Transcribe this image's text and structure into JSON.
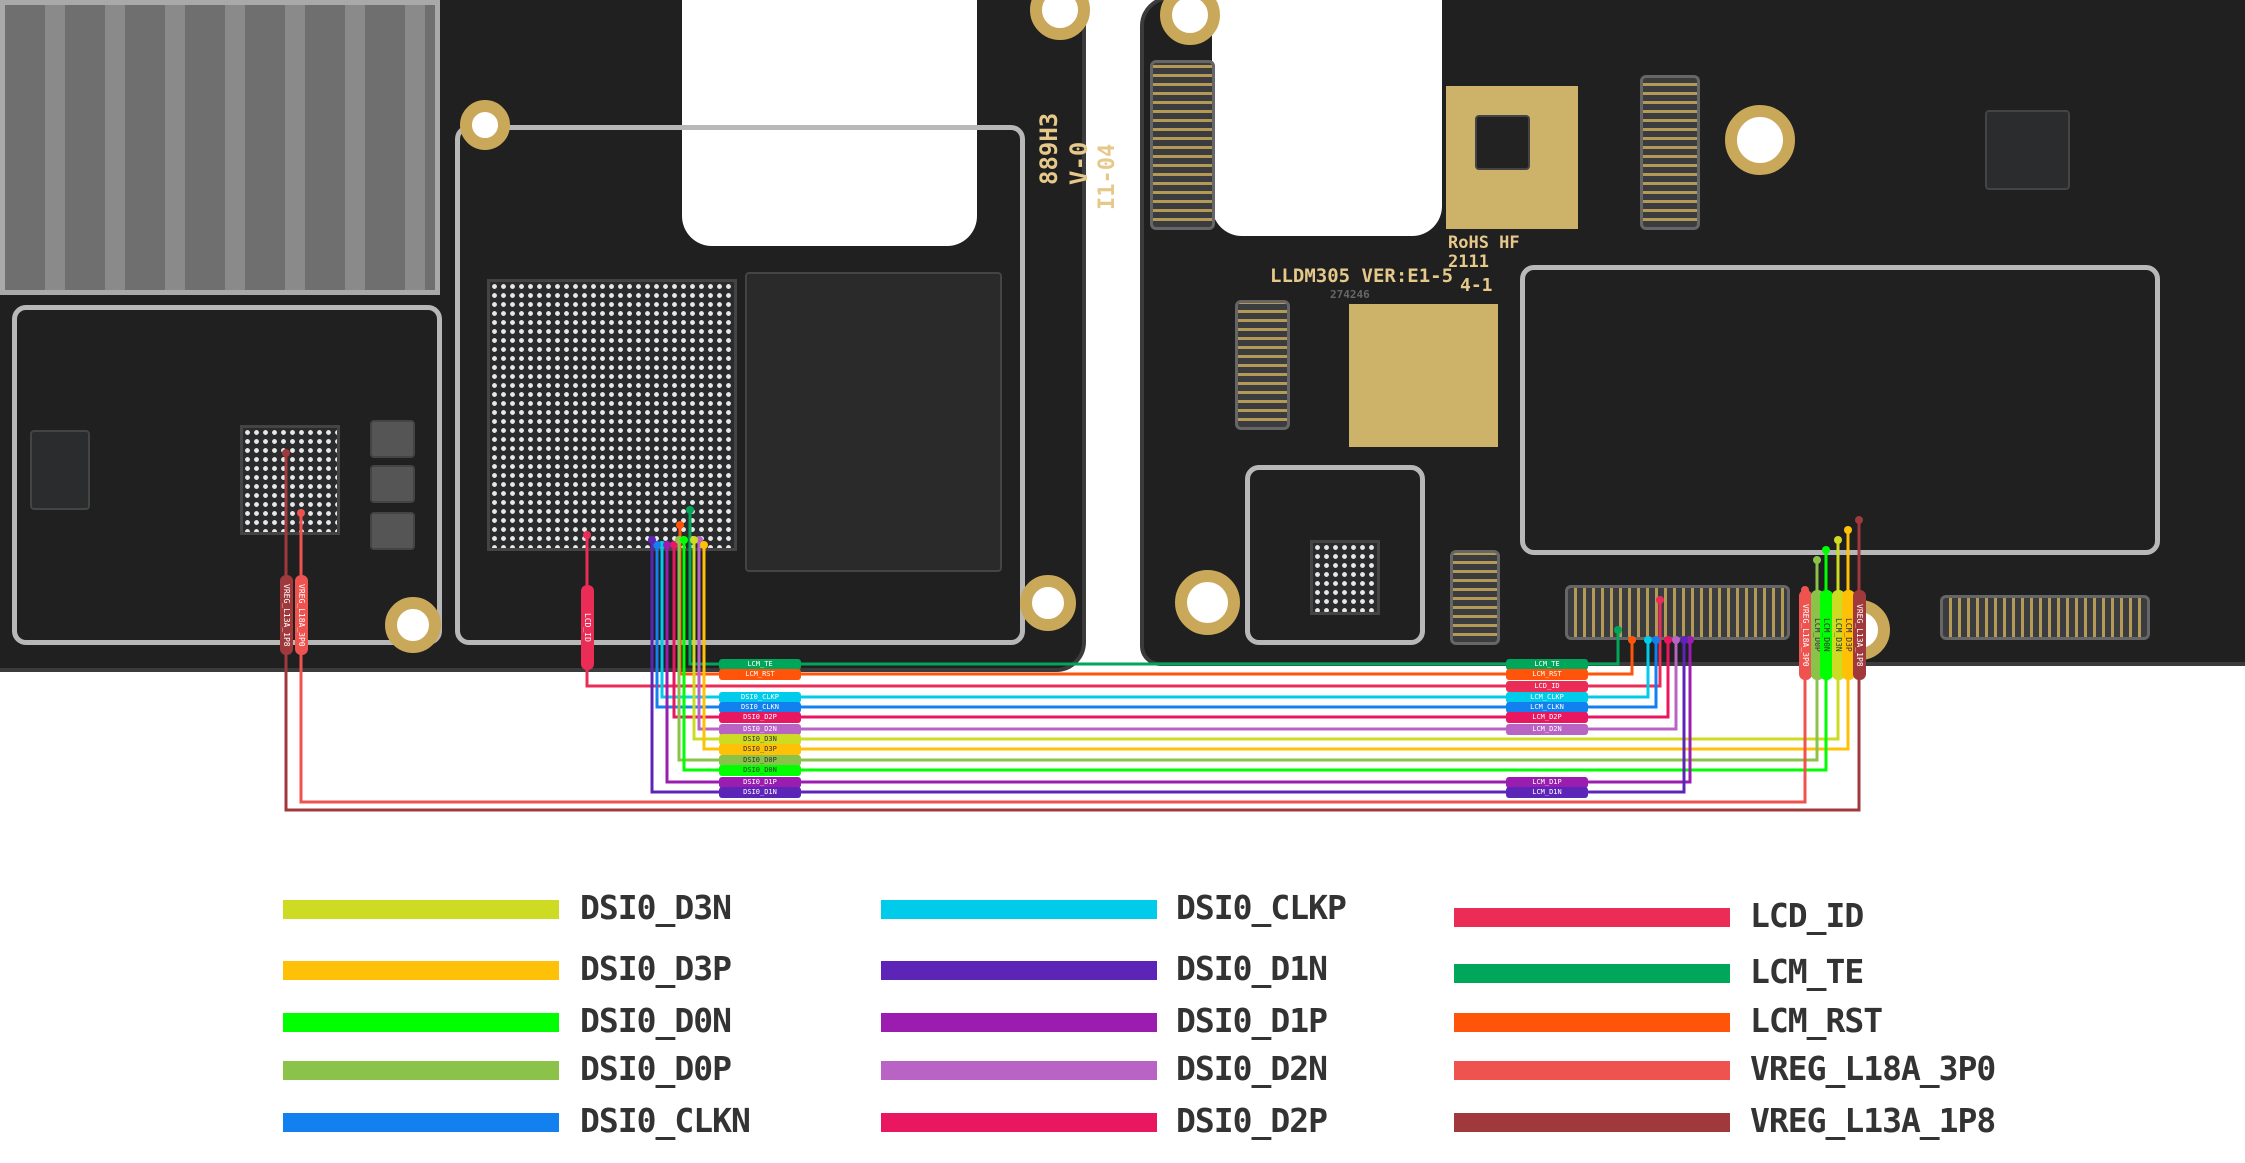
{
  "board_silkscreen": {
    "left_code": "889H3",
    "left_ver": "V-0",
    "left_date": "I1-04",
    "right_model": "LLDM305 VER:E1-5",
    "rohs": "RoHS HF",
    "date_code": "2111",
    "rev": "4-1",
    "serial": "274246"
  },
  "nets": [
    {
      "id": "lcm_te",
      "name": "LCM_TE",
      "color": "#00a659"
    },
    {
      "id": "lcm_rst",
      "name": "LCM_RST",
      "color": "#ff5409"
    },
    {
      "id": "lcd_id",
      "name": "LCD_ID",
      "color": "#ea2c57"
    },
    {
      "id": "clkp",
      "name": "DSI0_CLKP",
      "color": "#00cbea"
    },
    {
      "id": "clkn",
      "name": "DSI0_CLKN",
      "color": "#1380ef"
    },
    {
      "id": "d2p",
      "name": "DSI0_D2P",
      "color": "#e91660"
    },
    {
      "id": "d2n",
      "name": "DSI0_D2N",
      "color": "#b964c5"
    },
    {
      "id": "d3n",
      "name": "DSI0_D3N",
      "color": "#cddc22"
    },
    {
      "id": "d3p",
      "name": "DSI0_D3P",
      "color": "#ffc107"
    },
    {
      "id": "d0p",
      "name": "DSI0_D0P",
      "color": "#8bc34a"
    },
    {
      "id": "d0n",
      "name": "DSI0_D0N",
      "color": "#00ff00"
    },
    {
      "id": "d1p",
      "name": "DSI0_D1P",
      "color": "#9a1db0"
    },
    {
      "id": "d1n",
      "name": "DSI0_D1N",
      "color": "#5c25b8"
    },
    {
      "id": "l18a",
      "name": "VREG_L18A_3P0",
      "color": "#ef5350"
    },
    {
      "id": "l13a",
      "name": "VREG_L13A_1P8",
      "color": "#a0393c"
    }
  ],
  "left_tags": [
    {
      "net": "lcm_te",
      "text": "LCM_TE"
    },
    {
      "net": "lcm_rst",
      "text": "LCM_RST"
    },
    {
      "net": "clkp",
      "text": "DSI0_CLKP"
    },
    {
      "net": "clkn",
      "text": "DSI0_CLKN"
    },
    {
      "net": "d2p",
      "text": "DSI0_D2P"
    },
    {
      "net": "d2n",
      "text": "DSI0_D2N"
    },
    {
      "net": "d3n",
      "text": "DSI0_D3N"
    },
    {
      "net": "d3p",
      "text": "DSI0_D3P"
    },
    {
      "net": "d0p",
      "text": "DSI0_D0P"
    },
    {
      "net": "d0n",
      "text": "DSI0_D0N"
    },
    {
      "net": "d1p",
      "text": "DSI0_D1P"
    },
    {
      "net": "d1n",
      "text": "DSI0_D1N"
    }
  ],
  "right_tags": [
    {
      "net": "lcm_te",
      "text": "LCM_TE"
    },
    {
      "net": "lcm_rst",
      "text": "LCM_RST"
    },
    {
      "net": "lcd_id",
      "text": "LCD_ID"
    },
    {
      "net": "clkp",
      "text": "LCM_CLKP"
    },
    {
      "net": "clkn",
      "text": "LCM_CLKN"
    },
    {
      "net": "d2p",
      "text": "LCM_D2P"
    },
    {
      "net": "d2n",
      "text": "LCM_D2N"
    },
    {
      "net": "d1p",
      "text": "LCM_D1P"
    },
    {
      "net": "d1n",
      "text": "LCM_D1N"
    }
  ],
  "vertical_tags": [
    {
      "net": "l13a",
      "text": "VREG_L13A_1P8",
      "side": "left"
    },
    {
      "net": "l18a",
      "text": "VREG_L18A_3P0",
      "side": "left"
    },
    {
      "net": "lcd_id",
      "text": "LCD_ID",
      "side": "left"
    },
    {
      "net": "l18a",
      "text": "VREG_L18A_3P0",
      "side": "right"
    },
    {
      "net": "d0p",
      "text": "LCM_D0P",
      "side": "right"
    },
    {
      "net": "d0n",
      "text": "LCM_D0N",
      "side": "right"
    },
    {
      "net": "d3n",
      "text": "LCM_D3N",
      "side": "right"
    },
    {
      "net": "d3p",
      "text": "LCM_D3P",
      "side": "right"
    },
    {
      "net": "l13a",
      "text": "VREG_L13A_1P8",
      "side": "right"
    }
  ],
  "legend": [
    [
      {
        "label": "DSI0_D3N",
        "color": "#cddc22"
      },
      {
        "label": "DSI0_D3P",
        "color": "#ffc107"
      },
      {
        "label": "DSI0_D0N",
        "color": "#00ff00"
      },
      {
        "label": "DSI0_D0P",
        "color": "#8bc34a"
      },
      {
        "label": "DSI0_CLKN",
        "color": "#1380ef"
      }
    ],
    [
      {
        "label": "DSI0_CLKP",
        "color": "#00cbea"
      },
      {
        "label": "DSI0_D1N",
        "color": "#5c25b8"
      },
      {
        "label": "DSI0_D1P",
        "color": "#9a1db0"
      },
      {
        "label": "DSI0_D2N",
        "color": "#b964c5"
      },
      {
        "label": "DSI0_D2P",
        "color": "#e91660"
      }
    ],
    [
      {
        "label": "LCD_ID",
        "color": "#ea2c57"
      },
      {
        "label": "LCM_TE",
        "color": "#00a659"
      },
      {
        "label": "LCM_RST",
        "color": "#ff5409"
      },
      {
        "label": "VREG_L18A_3P0",
        "color": "#ef5350"
      },
      {
        "label": "VREG_L13A_1P8",
        "color": "#a0393c"
      }
    ]
  ]
}
